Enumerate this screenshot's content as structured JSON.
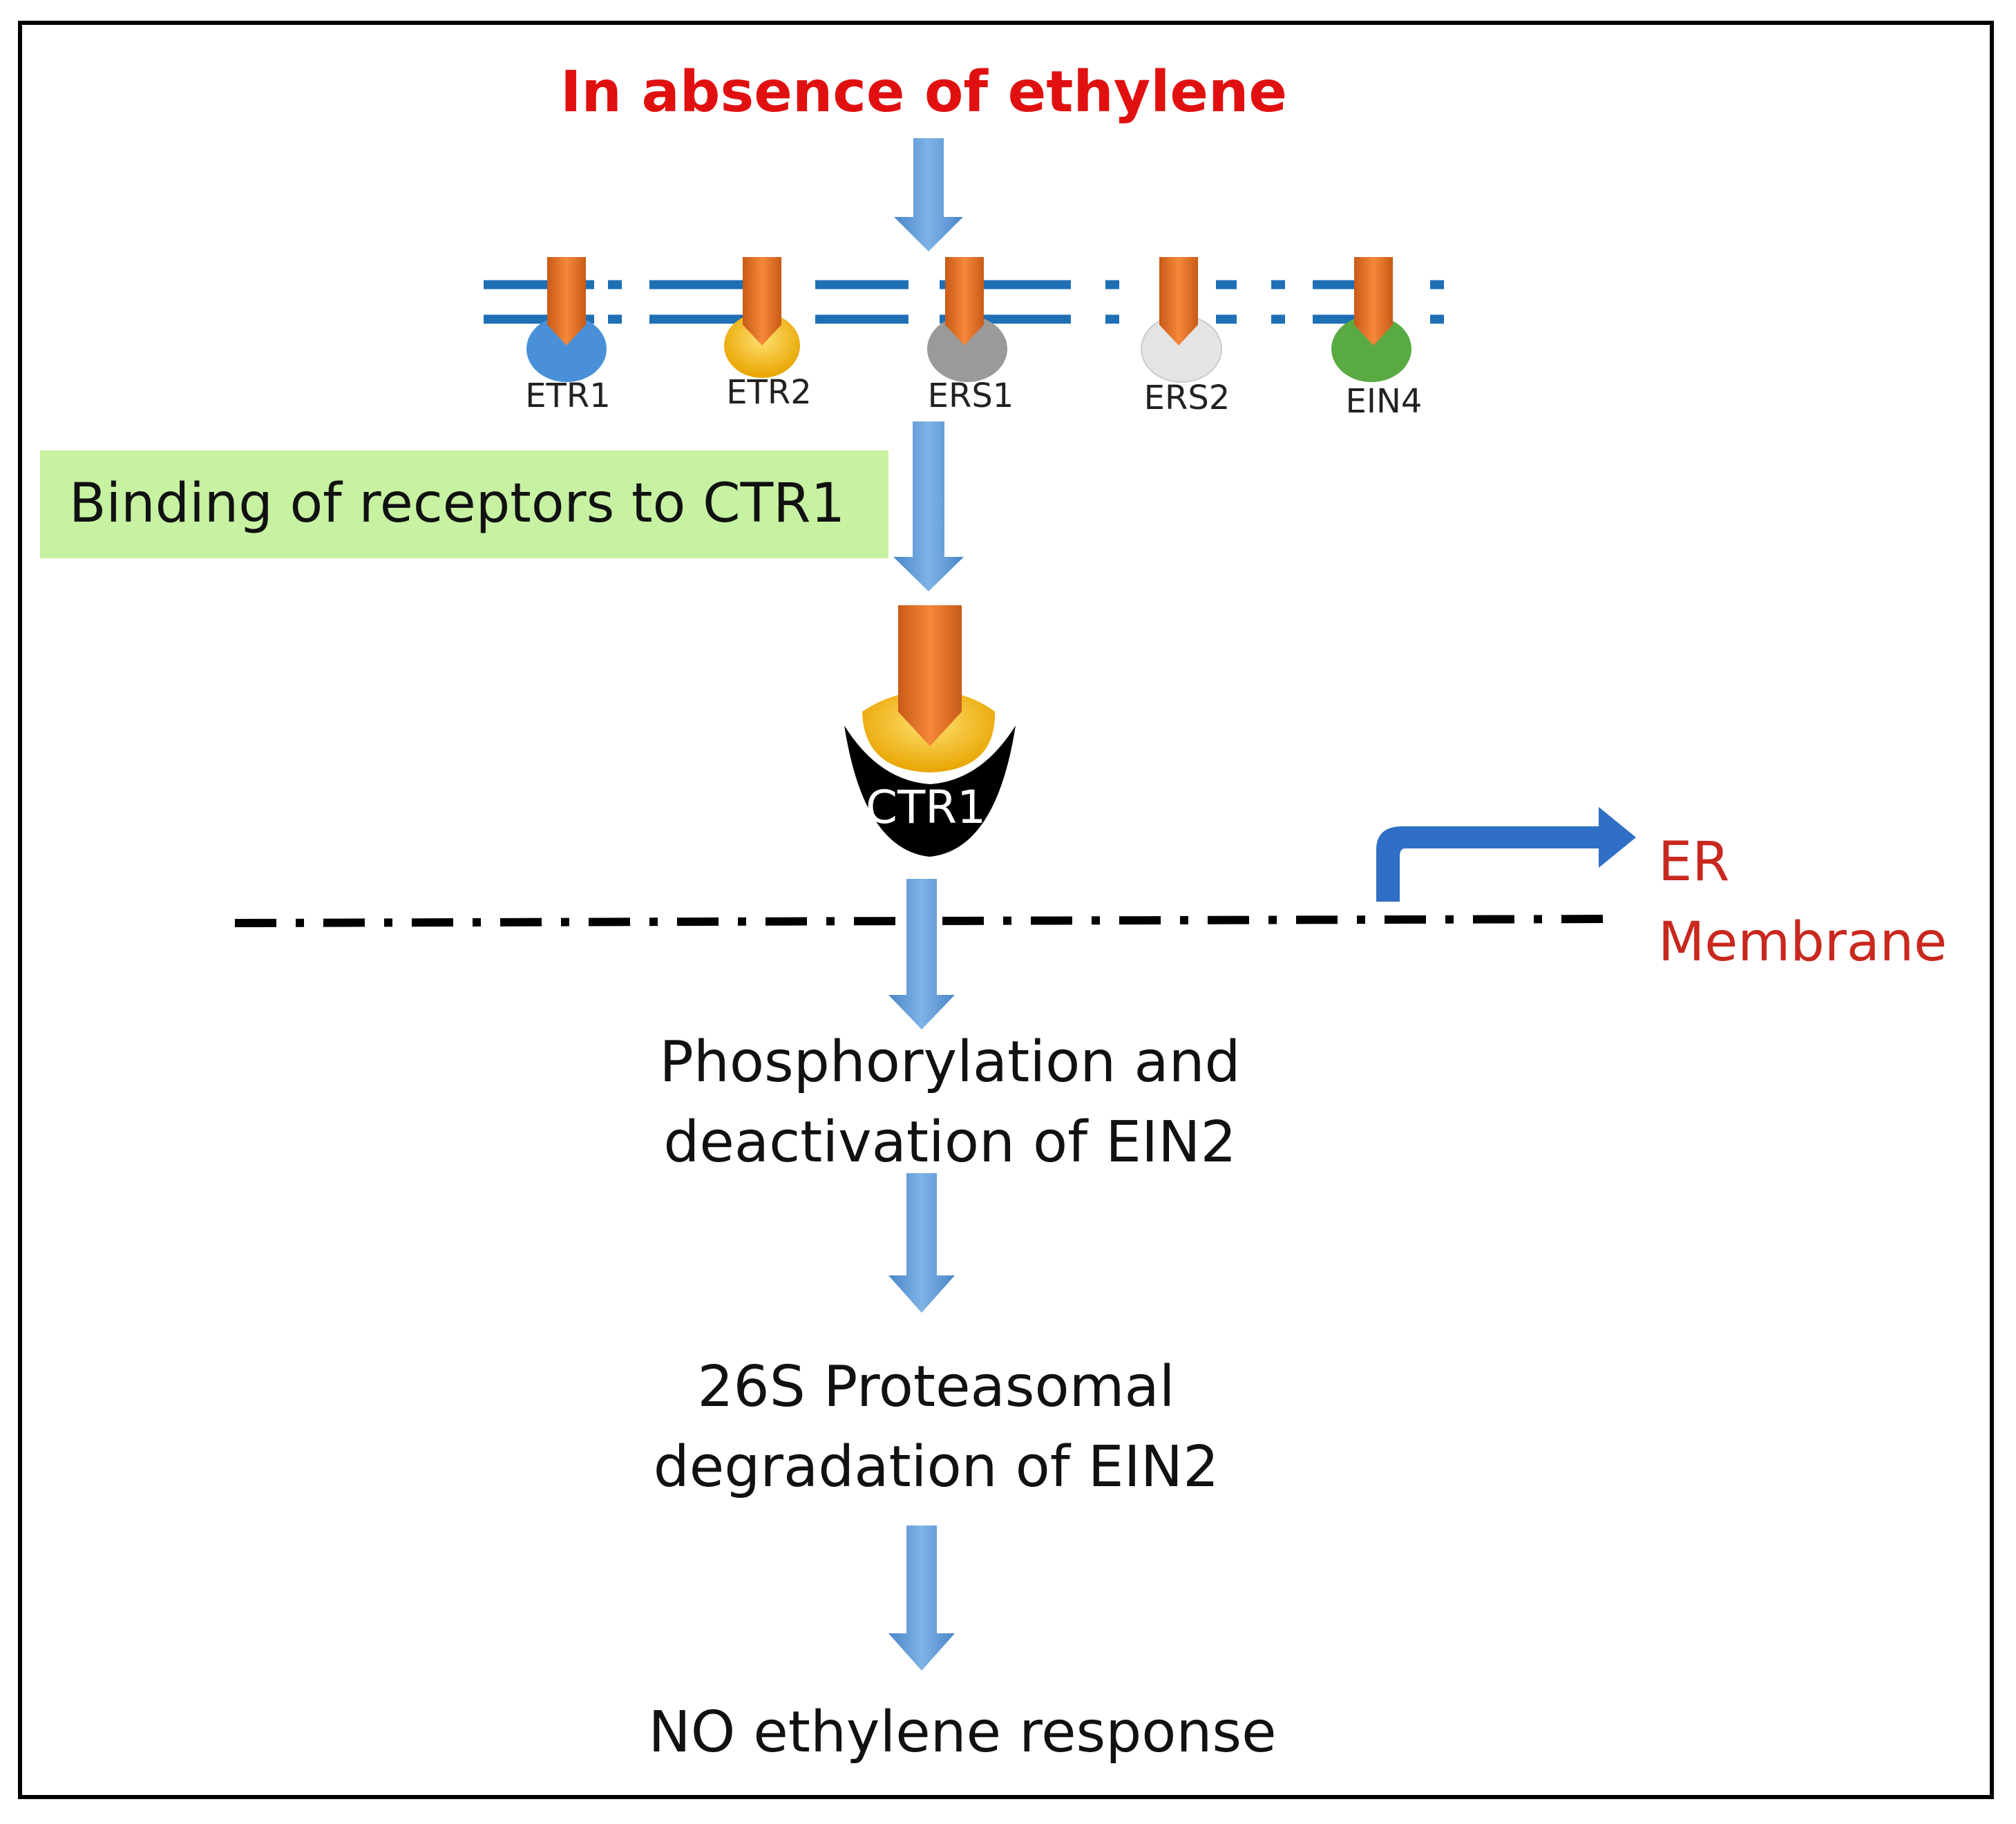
{
  "title": "In absence of ethylene",
  "receptors": [
    {
      "label": "ETR1",
      "color": "#4a90d9"
    },
    {
      "label": "ETR2",
      "color": "#f2b81c"
    },
    {
      "label": "ERS1",
      "color": "#9a9a9a"
    },
    {
      "label": "ERS2",
      "color": "#e0e0e0"
    },
    {
      "label": "EIN4",
      "color": "#5aaa44"
    }
  ],
  "binding_label": "Binding of receptors to CTR1",
  "ctr1_label": "CTR1",
  "er_label": [
    "ER",
    "Membrane"
  ],
  "steps": [
    [
      "Phosphorylation and",
      "deactivation of EIN2"
    ],
    [
      "26S Proteasomal",
      "degradation of EIN2"
    ],
    [
      "NO ethylene response"
    ]
  ],
  "colors": {
    "title": "#e01010",
    "arrow": "#5b9bd5",
    "membrane": "#1f6fb5",
    "ligand": "#f07828",
    "binding_box": "#c6f2a2",
    "er_label": "#c8281e"
  }
}
